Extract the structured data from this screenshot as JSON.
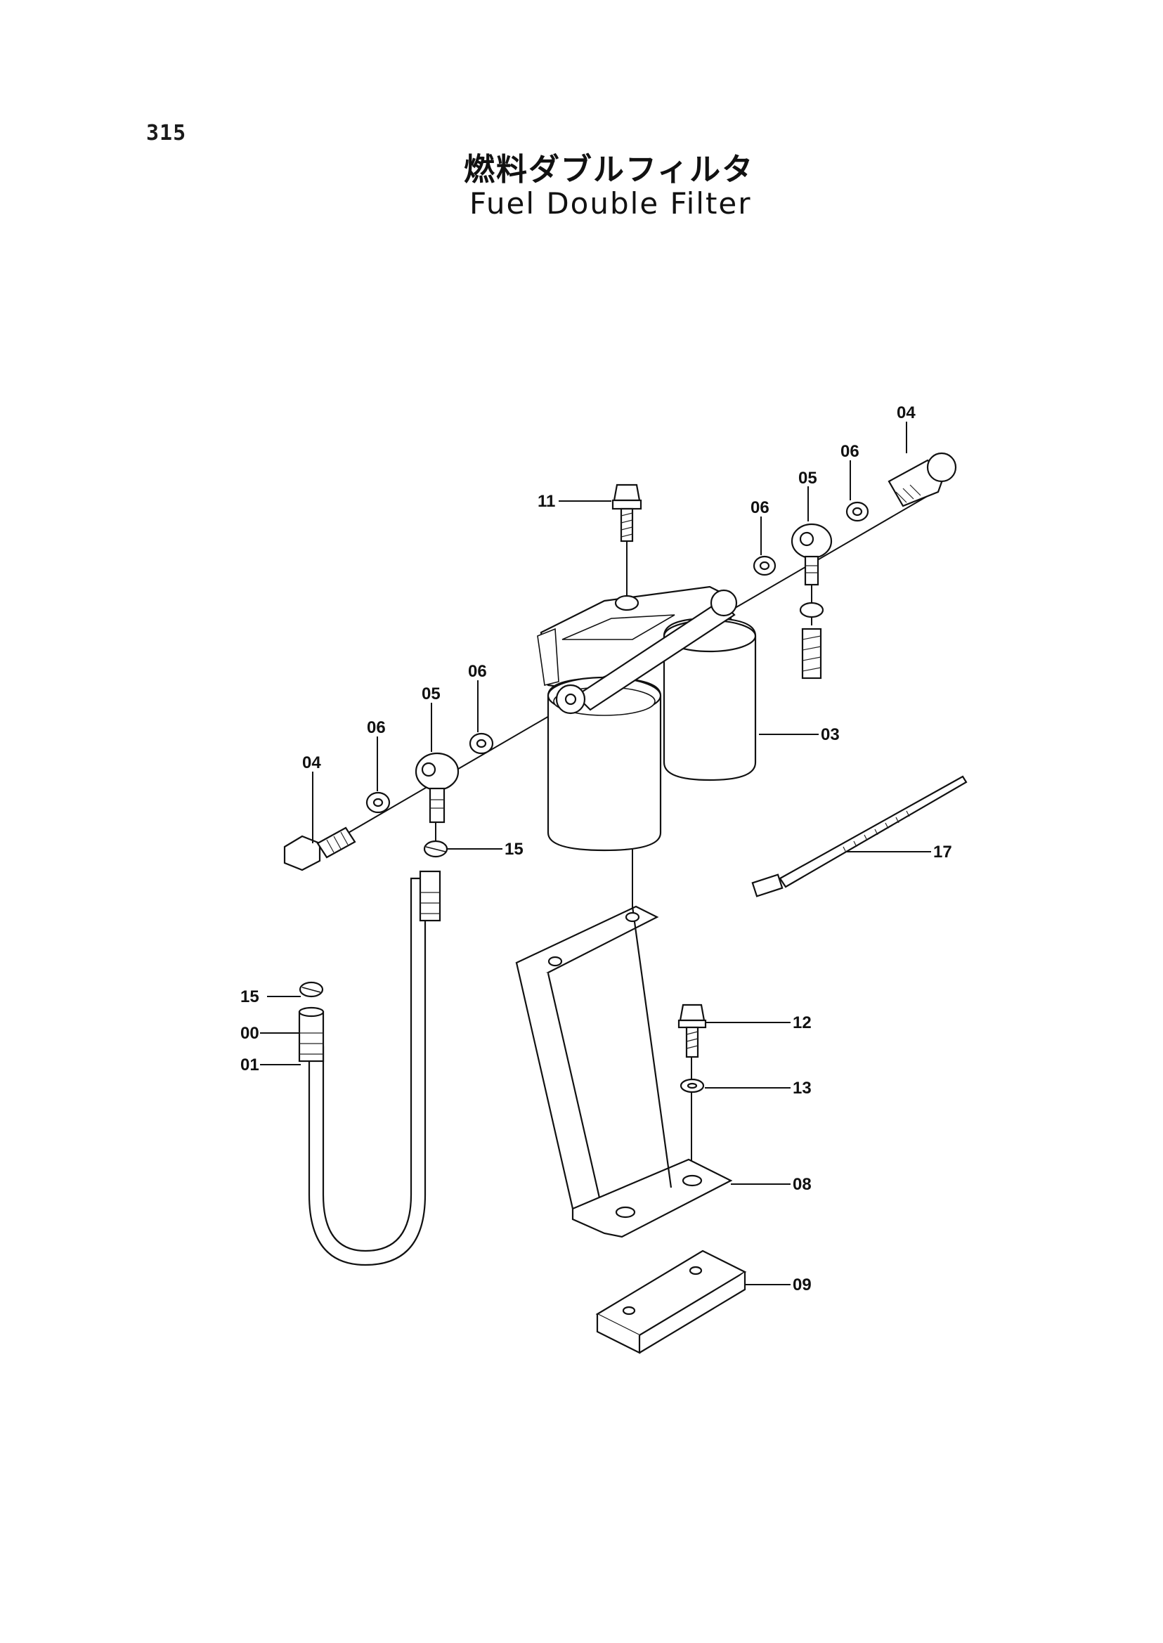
{
  "page": {
    "number": "315",
    "title_jp": "燃料ダブルフィルタ",
    "title_en": "Fuel Double Filter"
  },
  "callouts": {
    "c00": "00",
    "c01": "01",
    "c03": "03",
    "c04_left": "04",
    "c04_right": "04",
    "c05_left": "05",
    "c05_right": "05",
    "c06_left_a": "06",
    "c06_left_b": "06",
    "c06_right_a": "06",
    "c06_right_b": "06",
    "c08": "08",
    "c09": "09",
    "c11": "11",
    "c12": "12",
    "c13": "13",
    "c15_upper": "15",
    "c15_lower": "15",
    "c17": "17"
  },
  "colors": {
    "ink": "#111111",
    "paper": "#ffffff"
  }
}
